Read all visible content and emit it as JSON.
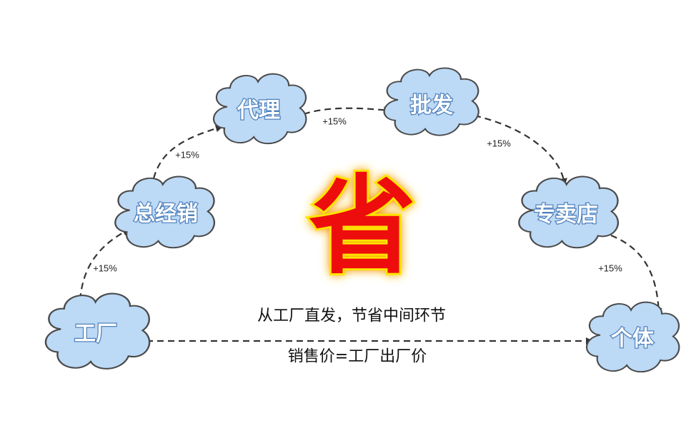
{
  "nodes": {
    "factory": "工厂",
    "general_distributor": "总经销",
    "agent": "代理",
    "wholesale": "批发",
    "specialty_store": "专卖店",
    "individual": "个体"
  },
  "markups": {
    "factory_to_general": "+15%",
    "general_to_agent": "+15%",
    "agent_to_wholesale": "+15%",
    "wholesale_to_store": "+15%",
    "store_to_individual": "+15%"
  },
  "center_char": "省",
  "captions": {
    "direct": "从工厂直发，节省中间环节",
    "price": "销售价=工厂出厂价"
  },
  "colors": {
    "cloud_fill": "#bcd9f5",
    "cloud_text": "#ffffff",
    "center_red": "#ee1111",
    "center_glow": "#ffe400"
  }
}
